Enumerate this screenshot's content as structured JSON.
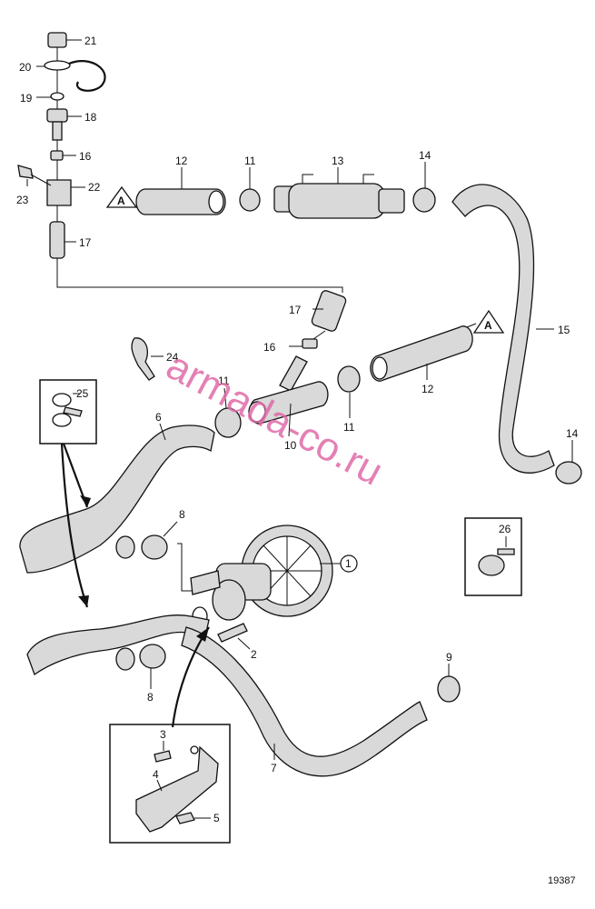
{
  "diagram": {
    "figure_number": "19387",
    "watermark": "armada-co.ru",
    "ref_letter": "A",
    "callouts": {
      "c1": "1",
      "c2": "2",
      "c3": "3",
      "c4": "4",
      "c5": "5",
      "c6": "6",
      "c7": "7",
      "c8a": "8",
      "c8b": "8",
      "c9": "9",
      "c10": "10",
      "c11a": "11",
      "c11b": "11",
      "c11c": "11",
      "c12a": "12",
      "c12b": "12",
      "c13": "13",
      "c14a": "14",
      "c14b": "14",
      "c15": "15",
      "c16a": "16",
      "c16b": "16",
      "c17a": "17",
      "c17b": "17",
      "c18": "18",
      "c19": "19",
      "c20": "20",
      "c21": "21",
      "c22": "22",
      "c23": "23",
      "c24": "24",
      "c25": "25",
      "c26": "26"
    }
  }
}
